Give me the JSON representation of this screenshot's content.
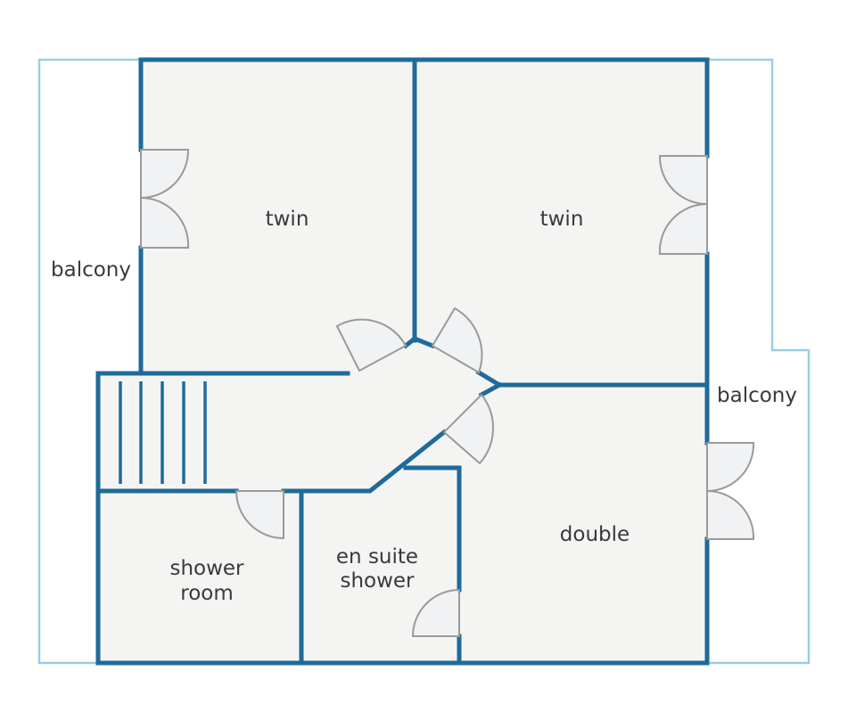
{
  "colors": {
    "wall": "#1e6b9a",
    "balcony_outline": "#9ccde3",
    "floor": "#f4f4f3",
    "door": "#9a9a9a",
    "text": "#3a3a3a"
  },
  "rooms": {
    "twin_left": "twin",
    "twin_right": "twin",
    "double": "double",
    "shower_room_line1": "shower",
    "shower_room_line2": "room",
    "en_suite_line1": "en suite",
    "en_suite_line2": "shower"
  },
  "balconies": {
    "left": "balcony",
    "right": "balcony"
  }
}
